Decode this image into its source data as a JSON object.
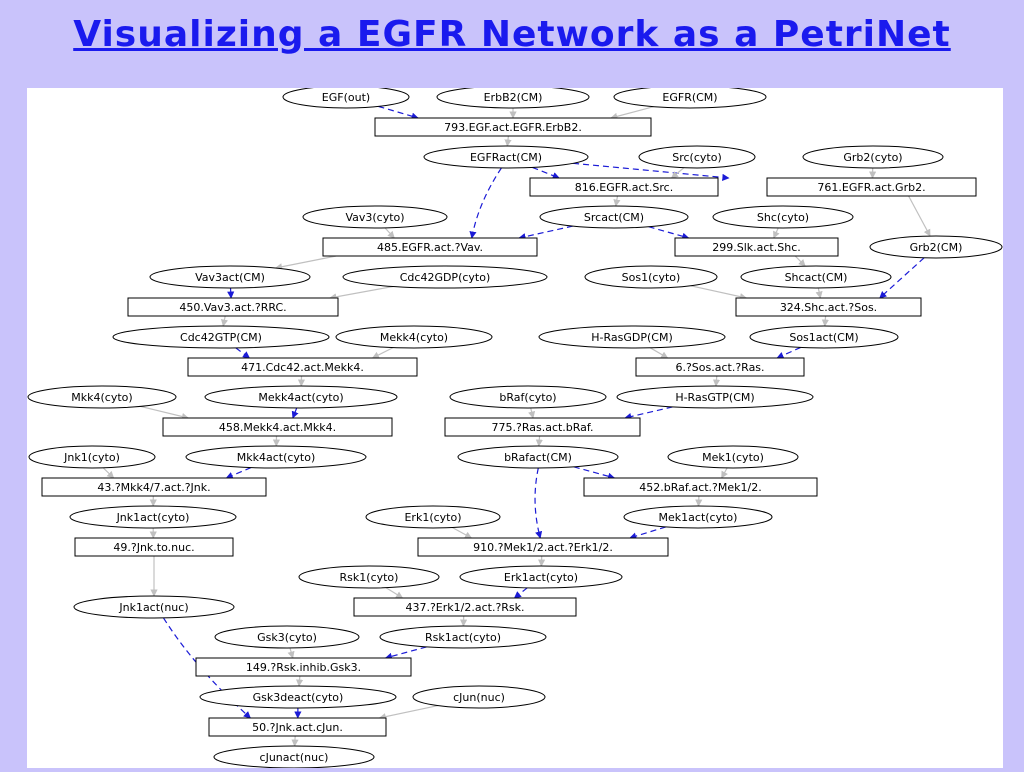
{
  "slide": {
    "title": "Visualizing a EGFR Network as a PetriNet"
  },
  "colors": {
    "background": "#c9c3fb",
    "title": "#1a1aee",
    "dashed_arc": "#1b1bd6",
    "solid_arc": "#c0c0c0",
    "canvas": "#ffffff"
  },
  "places": [
    {
      "id": "p_egf_out",
      "label": "EGF(out)"
    },
    {
      "id": "p_erbb2_cm",
      "label": "ErbB2(CM)"
    },
    {
      "id": "p_egfr_cm",
      "label": "EGFR(CM)"
    },
    {
      "id": "p_egfract_cm",
      "label": "EGFRact(CM)"
    },
    {
      "id": "p_src_cyto",
      "label": "Src(cyto)"
    },
    {
      "id": "p_grb2_cyto",
      "label": "Grb2(cyto)"
    },
    {
      "id": "p_vav3_cyto",
      "label": "Vav3(cyto)"
    },
    {
      "id": "p_srcact_cm",
      "label": "Srcact(CM)"
    },
    {
      "id": "p_shc_cyto",
      "label": "Shc(cyto)"
    },
    {
      "id": "p_grb2_cm",
      "label": "Grb2(CM)"
    },
    {
      "id": "p_vav3act_cm",
      "label": "Vav3act(CM)"
    },
    {
      "id": "p_cdc42gdp_cyto",
      "label": "Cdc42GDP(cyto)"
    },
    {
      "id": "p_sos1_cyto",
      "label": "Sos1(cyto)"
    },
    {
      "id": "p_shcact_cm",
      "label": "Shcact(CM)"
    },
    {
      "id": "p_cdc42gtp_cm",
      "label": "Cdc42GTP(CM)"
    },
    {
      "id": "p_mekk4_cyto",
      "label": "Mekk4(cyto)"
    },
    {
      "id": "p_hrasgdp_cm",
      "label": "H-RasGDP(CM)"
    },
    {
      "id": "p_sos1act_cm",
      "label": "Sos1act(CM)"
    },
    {
      "id": "p_mkk4_cyto",
      "label": "Mkk4(cyto)"
    },
    {
      "id": "p_mekk4act_cyto",
      "label": "Mekk4act(cyto)"
    },
    {
      "id": "p_braf_cyto",
      "label": "bRaf(cyto)"
    },
    {
      "id": "p_hrasgtp_cm",
      "label": "H-RasGTP(CM)"
    },
    {
      "id": "p_jnk1_cyto",
      "label": "Jnk1(cyto)"
    },
    {
      "id": "p_mkk4act_cyto",
      "label": "Mkk4act(cyto)"
    },
    {
      "id": "p_brafact_cm",
      "label": "bRafact(CM)"
    },
    {
      "id": "p_mek1_cyto",
      "label": "Mek1(cyto)"
    },
    {
      "id": "p_jnk1act_cyto",
      "label": "Jnk1act(cyto)"
    },
    {
      "id": "p_erk1_cyto",
      "label": "Erk1(cyto)"
    },
    {
      "id": "p_mek1act_cyto",
      "label": "Mek1act(cyto)"
    },
    {
      "id": "p_rsk1_cyto",
      "label": "Rsk1(cyto)"
    },
    {
      "id": "p_erk1act_cyto",
      "label": "Erk1act(cyto)"
    },
    {
      "id": "p_jnk1act_nuc",
      "label": "Jnk1act(nuc)"
    },
    {
      "id": "p_gsk3_cyto",
      "label": "Gsk3(cyto)"
    },
    {
      "id": "p_rsk1act_cyto",
      "label": "Rsk1act(cyto)"
    },
    {
      "id": "p_gsk3deact_cyto",
      "label": "Gsk3deact(cyto)"
    },
    {
      "id": "p_cjun_nuc",
      "label": "cJun(nuc)"
    },
    {
      "id": "p_cjunact_nuc",
      "label": "cJunact(nuc)"
    }
  ],
  "transitions": [
    {
      "id": "t793",
      "label": "793.EGF.act.EGFR.ErbB2."
    },
    {
      "id": "t816",
      "label": "816.EGFR.act.Src."
    },
    {
      "id": "t761",
      "label": "761.EGFR.act.Grb2."
    },
    {
      "id": "t485",
      "label": "485.EGFR.act.?Vav."
    },
    {
      "id": "t299",
      "label": "299.Slk.act.Shc."
    },
    {
      "id": "t450",
      "label": "450.Vav3.act.?RRC."
    },
    {
      "id": "t324",
      "label": "324.Shc.act.?Sos."
    },
    {
      "id": "t471",
      "label": "471.Cdc42.act.Mekk4."
    },
    {
      "id": "t6",
      "label": "6.?Sos.act.?Ras."
    },
    {
      "id": "t458",
      "label": "458.Mekk4.act.Mkk4."
    },
    {
      "id": "t775",
      "label": "775.?Ras.act.bRaf."
    },
    {
      "id": "t43",
      "label": "43.?Mkk4/7.act.?Jnk."
    },
    {
      "id": "t452",
      "label": "452.bRaf.act.?Mek1/2."
    },
    {
      "id": "t49",
      "label": "49.?Jnk.to.nuc."
    },
    {
      "id": "t910",
      "label": "910.?Mek1/2.act.?Erk1/2."
    },
    {
      "id": "t437",
      "label": "437.?Erk1/2.act.?Rsk."
    },
    {
      "id": "t149",
      "label": "149.?Rsk.inhib.Gsk3."
    },
    {
      "id": "t50",
      "label": "50.?Jnk.act.cJun."
    }
  ],
  "arcs": [
    {
      "from": "p_egf_out",
      "to": "t793",
      "style": "dashed"
    },
    {
      "from": "p_erbb2_cm",
      "to": "t793",
      "style": "solid"
    },
    {
      "from": "p_egfr_cm",
      "to": "t793",
      "style": "solid"
    },
    {
      "from": "t793",
      "to": "p_egfract_cm",
      "style": "solid"
    },
    {
      "from": "p_egfract_cm",
      "to": "t816",
      "style": "dashed"
    },
    {
      "from": "p_egfract_cm",
      "to": "t761",
      "style": "dashed"
    },
    {
      "from": "p_egfract_cm",
      "to": "t485",
      "style": "dashed"
    },
    {
      "from": "p_src_cyto",
      "to": "t816",
      "style": "solid"
    },
    {
      "from": "p_grb2_cyto",
      "to": "t761",
      "style": "solid"
    },
    {
      "from": "t816",
      "to": "p_srcact_cm",
      "style": "solid"
    },
    {
      "from": "t761",
      "to": "p_grb2_cm",
      "style": "solid"
    },
    {
      "from": "p_vav3_cyto",
      "to": "t485",
      "style": "solid"
    },
    {
      "from": "p_srcact_cm",
      "to": "t485",
      "style": "dashed"
    },
    {
      "from": "p_srcact_cm",
      "to": "t299",
      "style": "dashed"
    },
    {
      "from": "p_shc_cyto",
      "to": "t299",
      "style": "solid"
    },
    {
      "from": "t485",
      "to": "p_vav3act_cm",
      "style": "solid"
    },
    {
      "from": "t299",
      "to": "p_shcact_cm",
      "style": "solid"
    },
    {
      "from": "p_grb2_cm",
      "to": "t324",
      "style": "dashed"
    },
    {
      "from": "p_vav3act_cm",
      "to": "t450",
      "style": "dashed"
    },
    {
      "from": "p_cdc42gdp_cyto",
      "to": "t450",
      "style": "solid"
    },
    {
      "from": "p_sos1_cyto",
      "to": "t324",
      "style": "solid"
    },
    {
      "from": "p_shcact_cm",
      "to": "t324",
      "style": "solid"
    },
    {
      "from": "t450",
      "to": "p_cdc42gtp_cm",
      "style": "solid"
    },
    {
      "from": "t324",
      "to": "p_sos1act_cm",
      "style": "solid"
    },
    {
      "from": "p_cdc42gtp_cm",
      "to": "t471",
      "style": "dashed"
    },
    {
      "from": "p_mekk4_cyto",
      "to": "t471",
      "style": "solid"
    },
    {
      "from": "p_hrasgdp_cm",
      "to": "t6",
      "style": "solid"
    },
    {
      "from": "p_sos1act_cm",
      "to": "t6",
      "style": "dashed"
    },
    {
      "from": "t471",
      "to": "p_mekk4act_cyto",
      "style": "solid"
    },
    {
      "from": "t6",
      "to": "p_hrasgtp_cm",
      "style": "solid"
    },
    {
      "from": "p_mkk4_cyto",
      "to": "t458",
      "style": "solid"
    },
    {
      "from": "p_mekk4act_cyto",
      "to": "t458",
      "style": "dashed"
    },
    {
      "from": "p_braf_cyto",
      "to": "t775",
      "style": "solid"
    },
    {
      "from": "p_hrasgtp_cm",
      "to": "t775",
      "style": "dashed"
    },
    {
      "from": "t458",
      "to": "p_mkk4act_cyto",
      "style": "solid"
    },
    {
      "from": "t775",
      "to": "p_brafact_cm",
      "style": "solid"
    },
    {
      "from": "p_jnk1_cyto",
      "to": "t43",
      "style": "solid"
    },
    {
      "from": "p_mkk4act_cyto",
      "to": "t43",
      "style": "dashed"
    },
    {
      "from": "p_brafact_cm",
      "to": "t452",
      "style": "dashed"
    },
    {
      "from": "p_brafact_cm",
      "to": "t910",
      "style": "dashed"
    },
    {
      "from": "p_mek1_cyto",
      "to": "t452",
      "style": "solid"
    },
    {
      "from": "t43",
      "to": "p_jnk1act_cyto",
      "style": "solid"
    },
    {
      "from": "t452",
      "to": "p_mek1act_cyto",
      "style": "solid"
    },
    {
      "from": "p_jnk1act_cyto",
      "to": "t49",
      "style": "solid"
    },
    {
      "from": "p_erk1_cyto",
      "to": "t910",
      "style": "solid"
    },
    {
      "from": "p_mek1act_cyto",
      "to": "t910",
      "style": "dashed"
    },
    {
      "from": "t49",
      "to": "p_jnk1act_nuc",
      "style": "solid"
    },
    {
      "from": "t910",
      "to": "p_erk1act_cyto",
      "style": "solid"
    },
    {
      "from": "p_rsk1_cyto",
      "to": "t437",
      "style": "solid"
    },
    {
      "from": "p_erk1act_cyto",
      "to": "t437",
      "style": "dashed"
    },
    {
      "from": "t437",
      "to": "p_rsk1act_cyto",
      "style": "solid"
    },
    {
      "from": "p_gsk3_cyto",
      "to": "t149",
      "style": "solid"
    },
    {
      "from": "p_rsk1act_cyto",
      "to": "t149",
      "style": "dashed"
    },
    {
      "from": "t149",
      "to": "p_gsk3deact_cyto",
      "style": "solid"
    },
    {
      "from": "p_gsk3deact_cyto",
      "to": "t50",
      "style": "dashed"
    },
    {
      "from": "p_jnk1act_nuc",
      "to": "t50",
      "style": "dashed"
    },
    {
      "from": "p_cjun_nuc",
      "to": "t50",
      "style": "solid"
    },
    {
      "from": "t50",
      "to": "p_cjunact_nuc",
      "style": "solid"
    }
  ]
}
